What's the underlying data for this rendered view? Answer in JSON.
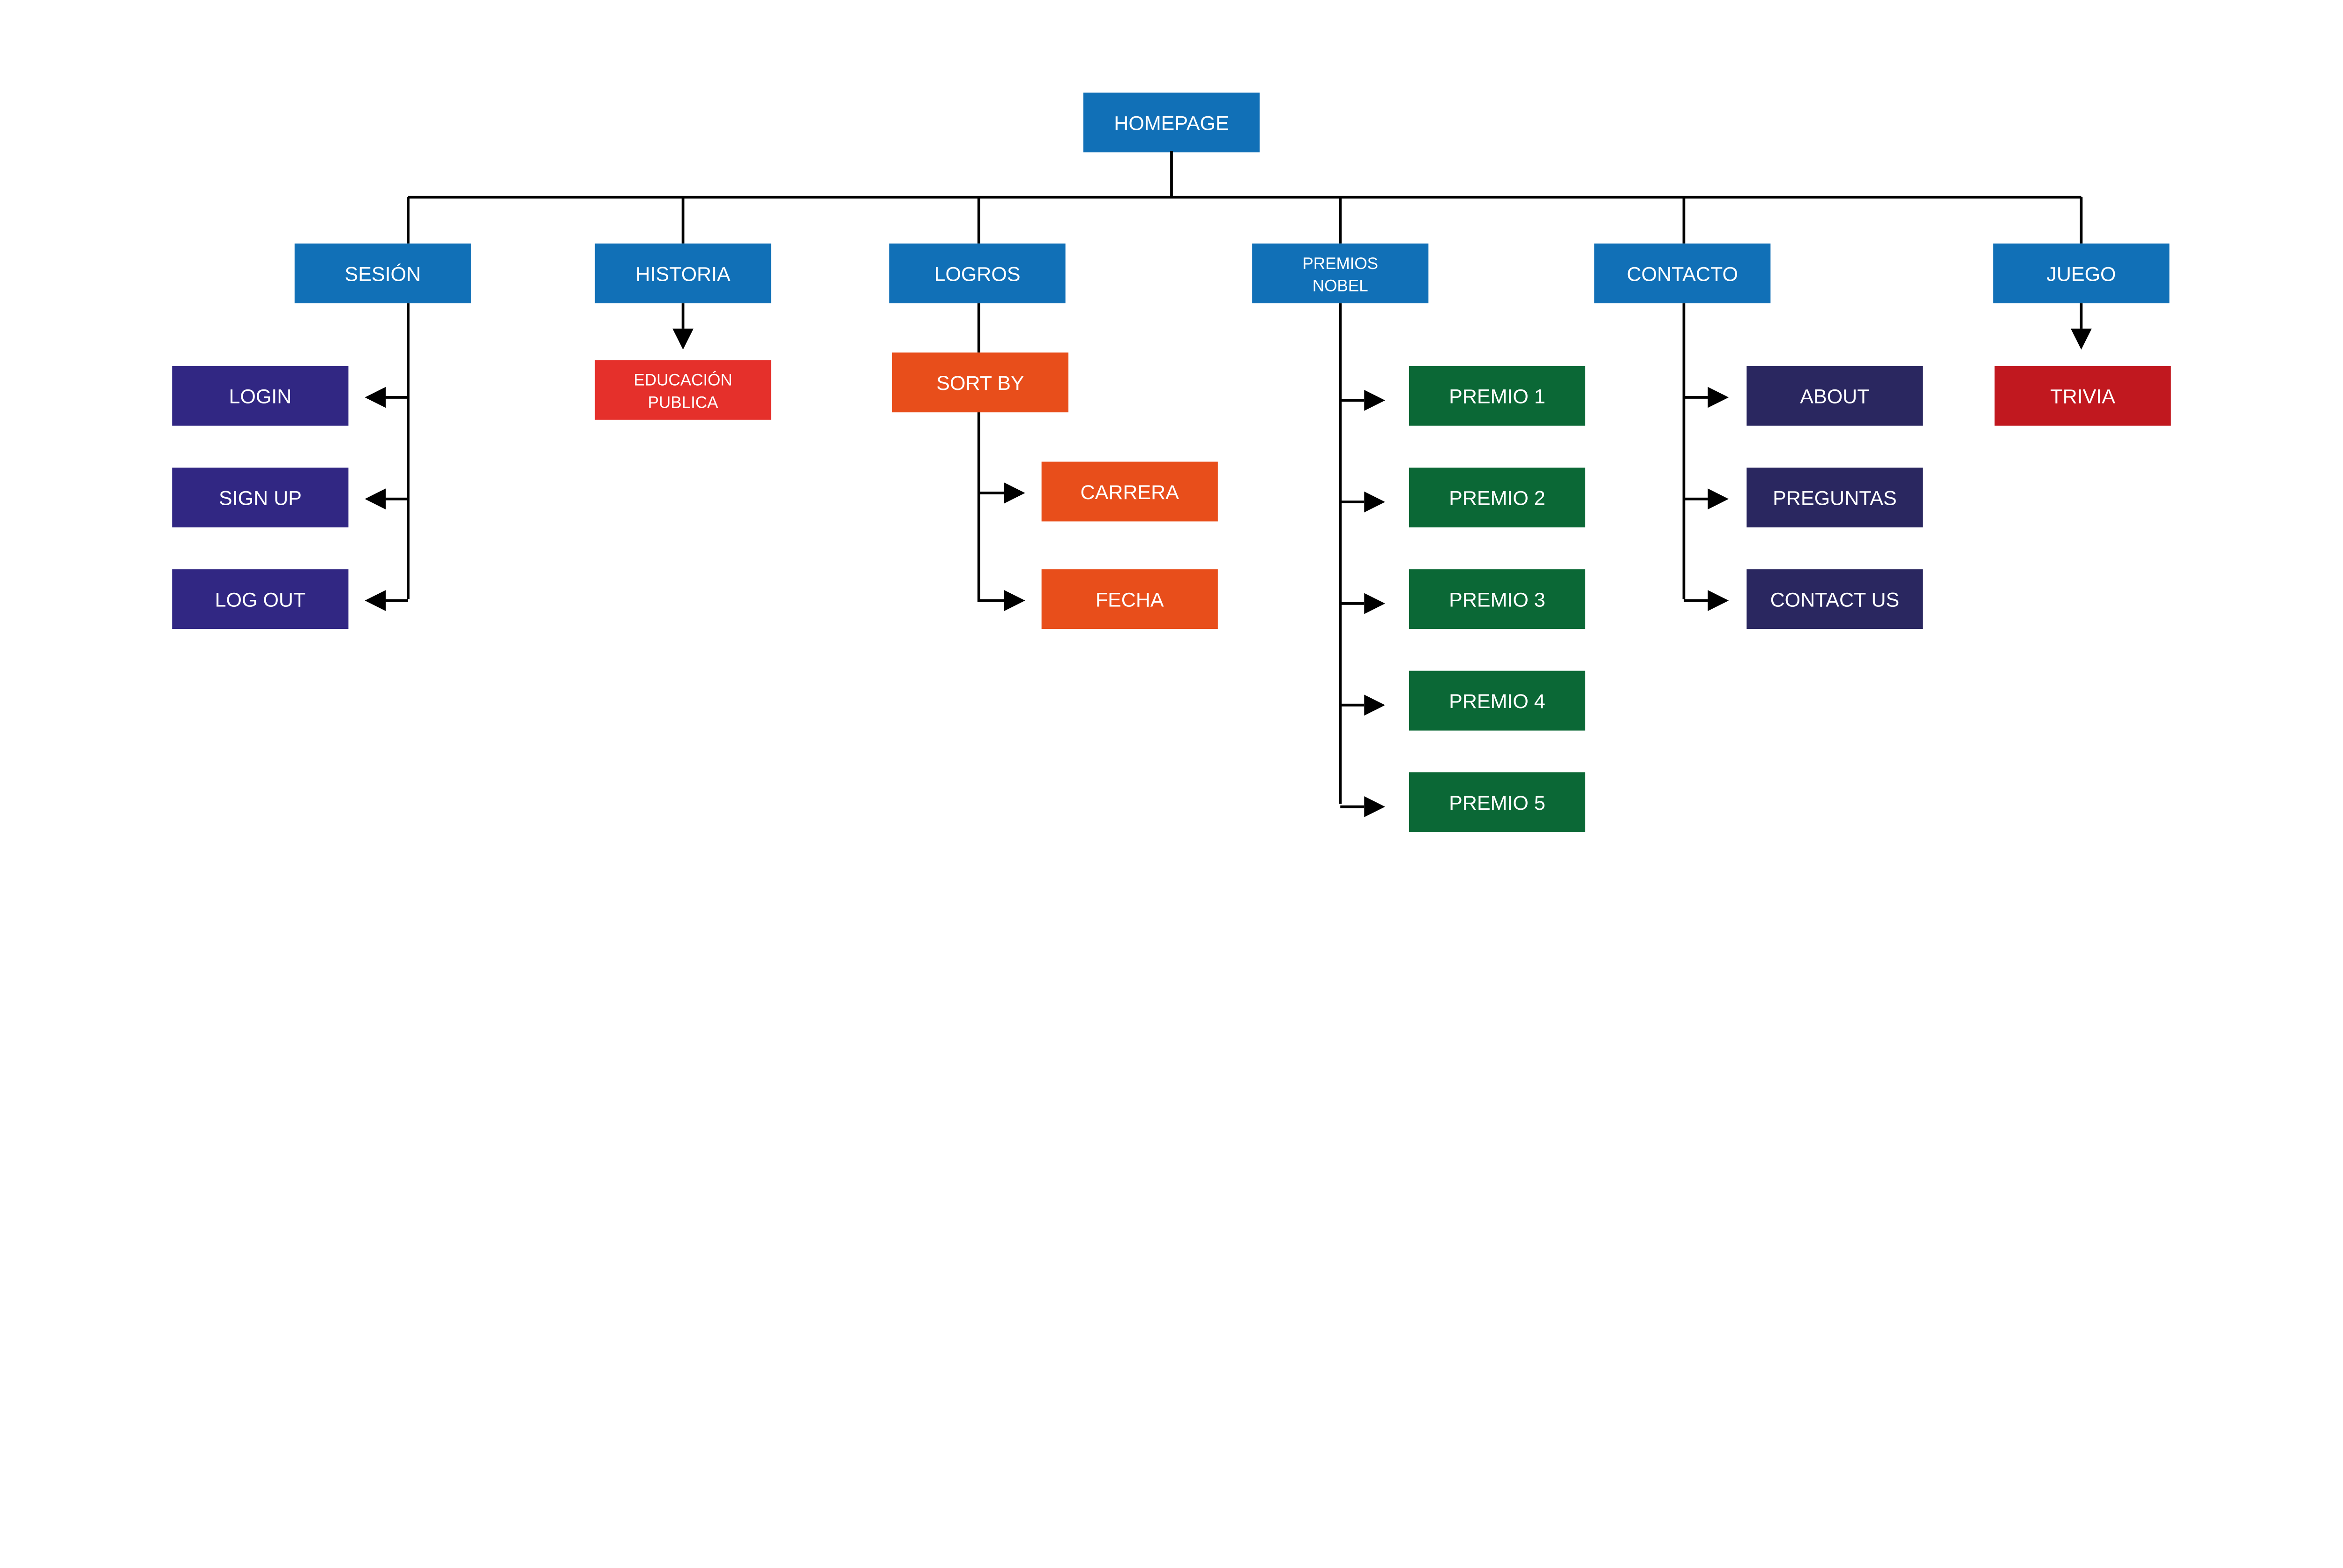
{
  "colors": {
    "primary": "#1170b7",
    "session_children": "#312783",
    "historia_child": "#e5302b",
    "logros_children": "#e84e1b",
    "premios_children": "#0b6836",
    "contacto_children": "#2a2760",
    "juego_child": "#c1181f",
    "connector": "#000000",
    "text": "#ffffff"
  },
  "root": {
    "label": "HOMEPAGE"
  },
  "sections": [
    {
      "label": "SESIÓN",
      "children": [
        {
          "label": "LOGIN"
        },
        {
          "label": "SIGN UP"
        },
        {
          "label": "LOG OUT"
        }
      ]
    },
    {
      "label": "HISTORIA",
      "children": [
        {
          "label": "EDUCACIÓN|PUBLICA"
        }
      ]
    },
    {
      "label": "LOGROS",
      "children": [
        {
          "label": "SORT BY",
          "children": [
            {
              "label": "CARRERA"
            },
            {
              "label": "FECHA"
            }
          ]
        }
      ]
    },
    {
      "label": "PREMIOS|NOBEL",
      "children": [
        {
          "label": "PREMIO 1"
        },
        {
          "label": "PREMIO 2"
        },
        {
          "label": "PREMIO 3"
        },
        {
          "label": "PREMIO 4"
        },
        {
          "label": "PREMIO 5"
        }
      ]
    },
    {
      "label": "CONTACTO",
      "children": [
        {
          "label": "ABOUT"
        },
        {
          "label": "PREGUNTAS"
        },
        {
          "label": "CONTACT US"
        }
      ]
    },
    {
      "label": "JUEGO",
      "children": [
        {
          "label": "TRIVIA"
        }
      ]
    }
  ]
}
